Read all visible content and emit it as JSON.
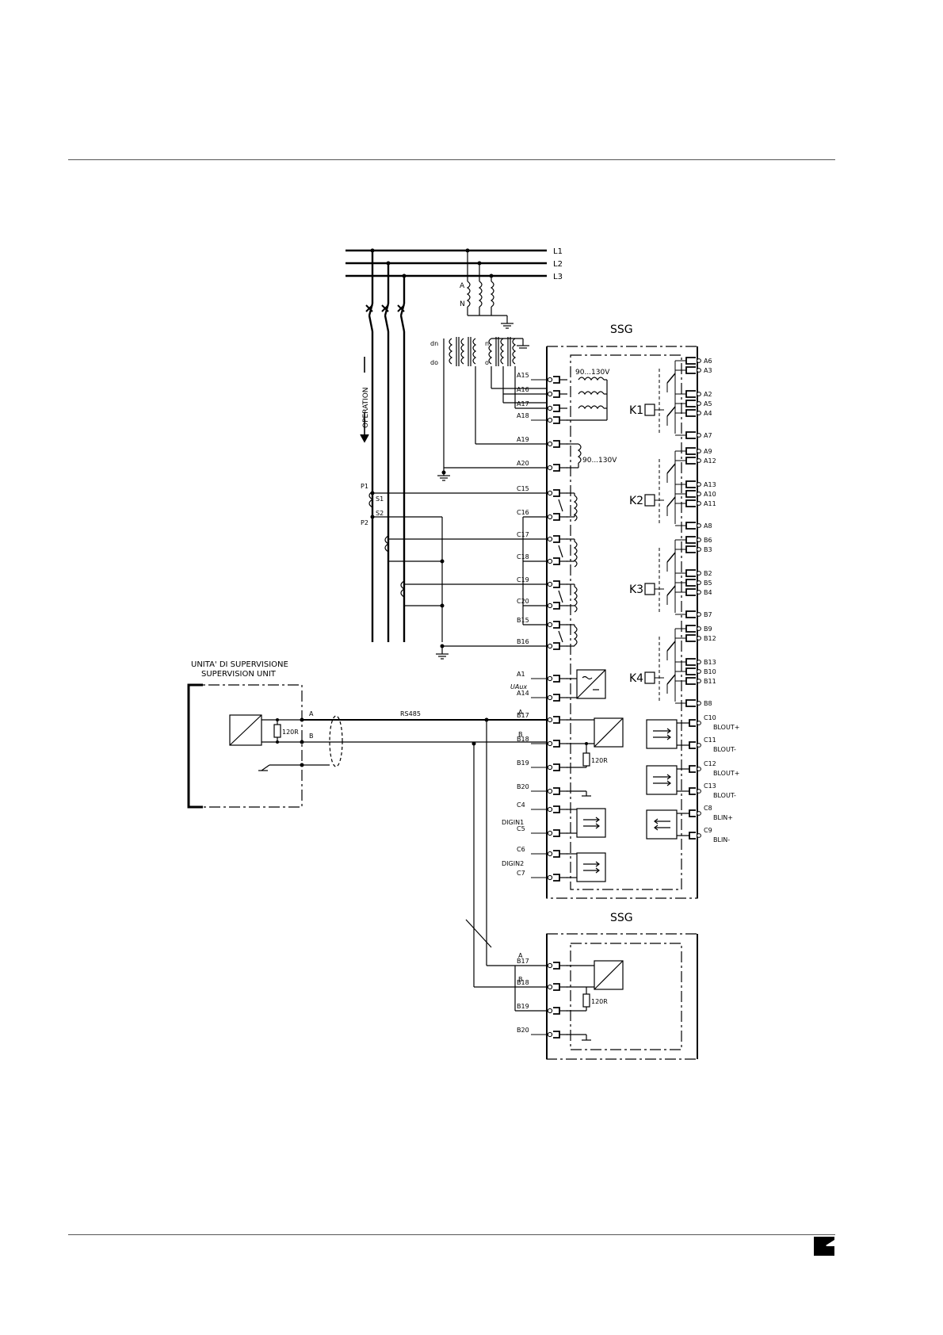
{
  "lines": {
    "l1": "L1",
    "l2": "L2",
    "l3": "L3"
  },
  "vt_labels": {
    "a": "A",
    "n": "N",
    "dn": "dn",
    "do": "do",
    "n_small": "n",
    "o_small": "o"
  },
  "operation": "OPERATION",
  "ct_labels": {
    "p1": "P1",
    "p2": "P2",
    "s1": "S1",
    "s2": "S2"
  },
  "ssg_main": {
    "title": "SSG",
    "voltage_1": "90...130V",
    "voltage_2": "90...130V",
    "uaux": "UAux",
    "left_terminals": [
      "A15",
      "A16",
      "A17",
      "A18",
      "A19",
      "A20",
      "C15",
      "C16",
      "C17",
      "C18",
      "C19",
      "C20",
      "B15",
      "B16",
      "A1",
      "A14",
      "B17",
      "B18",
      "B19",
      "B20",
      "C4",
      "C5",
      "C6",
      "C7"
    ],
    "digin1": "DIGIN1",
    "digin2": "DIGIN2",
    "a_mark": "A",
    "b_mark": "B",
    "resistor": "120R",
    "relays": [
      "K1",
      "K2",
      "K3",
      "K4"
    ],
    "right_terminals": [
      "A6",
      "A3",
      "A2",
      "A5",
      "A4",
      "A7",
      "A9",
      "A12",
      "A13",
      "A10",
      "A11",
      "A8",
      "B6",
      "B3",
      "B2",
      "B5",
      "B4",
      "B7",
      "B9",
      "B12",
      "B13",
      "B10",
      "B11",
      "B8"
    ],
    "bl_terminals": [
      "C10",
      "C11",
      "C12",
      "C13",
      "C8",
      "C9"
    ],
    "bl_labels": [
      "BLOUT+",
      "BLOUT-",
      "BLOUT+",
      "BLOUT-",
      "BLIN+",
      "BLIN-"
    ]
  },
  "supervision": {
    "title_it": "UNITA' DI SUPERVISIONE",
    "title_en": "SUPERVISION UNIT",
    "a": "A",
    "b": "B",
    "resistor": "120R",
    "bus": "RS485"
  },
  "ssg_second": {
    "title": "SSG",
    "terminals": [
      "B17",
      "B18",
      "B19",
      "B20"
    ],
    "a_mark": "A",
    "b_mark": "B",
    "resistor": "120R"
  }
}
